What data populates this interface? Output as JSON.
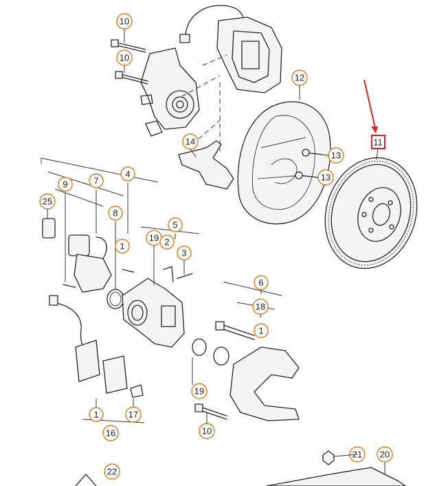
{
  "diagram": {
    "callouts": {
      "c10a": "10",
      "c10b": "10",
      "c12": "12",
      "c11": "11",
      "c14": "14",
      "c13a": "13",
      "c13b": "13",
      "c9": "9",
      "c7": "7",
      "c4": "4",
      "c25": "25",
      "c8": "8",
      "c5": "5",
      "c1a": "1",
      "c19a": "19",
      "c2": "2",
      "c3": "3",
      "c6": "6",
      "c18": "18",
      "c1b": "1",
      "c19b": "19",
      "c1c": "1",
      "c17": "17",
      "c16": "16",
      "c10c": "10",
      "c21": "21",
      "c20": "20",
      "c22": "22"
    },
    "highlight": {
      "color": "#e02020",
      "target_label": "11"
    },
    "callout_color": "#e07b1a"
  }
}
